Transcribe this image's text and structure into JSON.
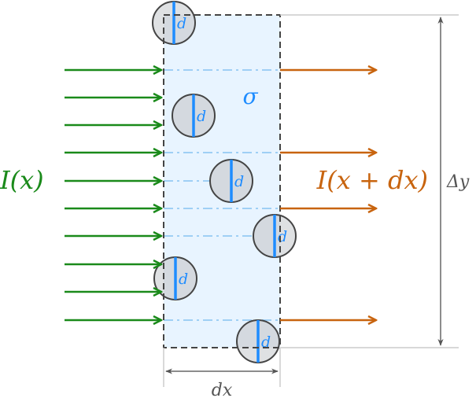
{
  "labels": {
    "incident_intensity": "I(x)",
    "transmitted_intensity": "I(x + dx)",
    "cross_section": "σ",
    "slab_height": "Δy",
    "slab_thickness": "dx",
    "particle_diameter": "d"
  },
  "colors": {
    "incident": "#1a8a1a",
    "transmitted": "#c8640f",
    "accent": "#1e8cff",
    "slab_fill": "#e8f4ff",
    "slab_border": "#444444",
    "particle_fill": "#d4d9df",
    "dimension": "#666666",
    "ray_line": "#9fcff5"
  },
  "particles": [
    {
      "label": "d"
    },
    {
      "label": "d"
    },
    {
      "label": "d"
    },
    {
      "label": "d"
    },
    {
      "label": "d"
    },
    {
      "label": "d"
    }
  ],
  "incident_ray_count": 10,
  "transmitted_ray_count": 4
}
